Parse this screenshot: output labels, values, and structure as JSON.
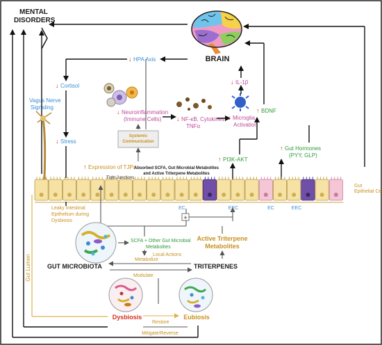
{
  "title_mental": "MENTAL DISORDERS",
  "brain": "BRAIN",
  "hpa_axis": "HPA Axis",
  "cortisol": "Cortisol",
  "vagus": "Vagus Nerve Signaling",
  "stress": "Stress",
  "neuroinflammation": "Neuroinflammation (Immune Cells)",
  "nfkb": "NF-κB, Cytokines, TNFα",
  "microglia": "Microglia Activation",
  "il1b": "IL-1β",
  "bdnf": "BDNF",
  "systemic": "Systemic Communication",
  "pi3k": "PI3K-AKT",
  "gut_hormones": "Gut Hormones (PYY, GLP)",
  "tjp": "Expression of TJPs",
  "tight_junctions": "Tight Junctions",
  "absorbed": "Absorbed SCFA, Gut Microbial Metabolites and Active Triterpene Metabolites",
  "gut_epithelial": "Gut Epithelial Cells",
  "ec": "EC",
  "eec": "EEC",
  "leaky": "Leaky Intestinal Epithelium during Dysbiosis",
  "scfa": "SCFA + Other Gut Microbial Metabolites",
  "local_actions": "Local Actions",
  "active_triterpene": "Active Triterpene Metabolites",
  "gut_microbiota": "GUT MICROBIOTA",
  "triterpenes": "TRITERPENES",
  "metabolize": "Metabolize",
  "modulate": "Modulate",
  "gut_lumen": "Gut Lumen",
  "dysbiosis": "Dysbiosis",
  "restore": "Restore",
  "eubiosis": "Eubiosis",
  "mitigate": "Mitigate/Reverse",
  "plus": "+"
}
